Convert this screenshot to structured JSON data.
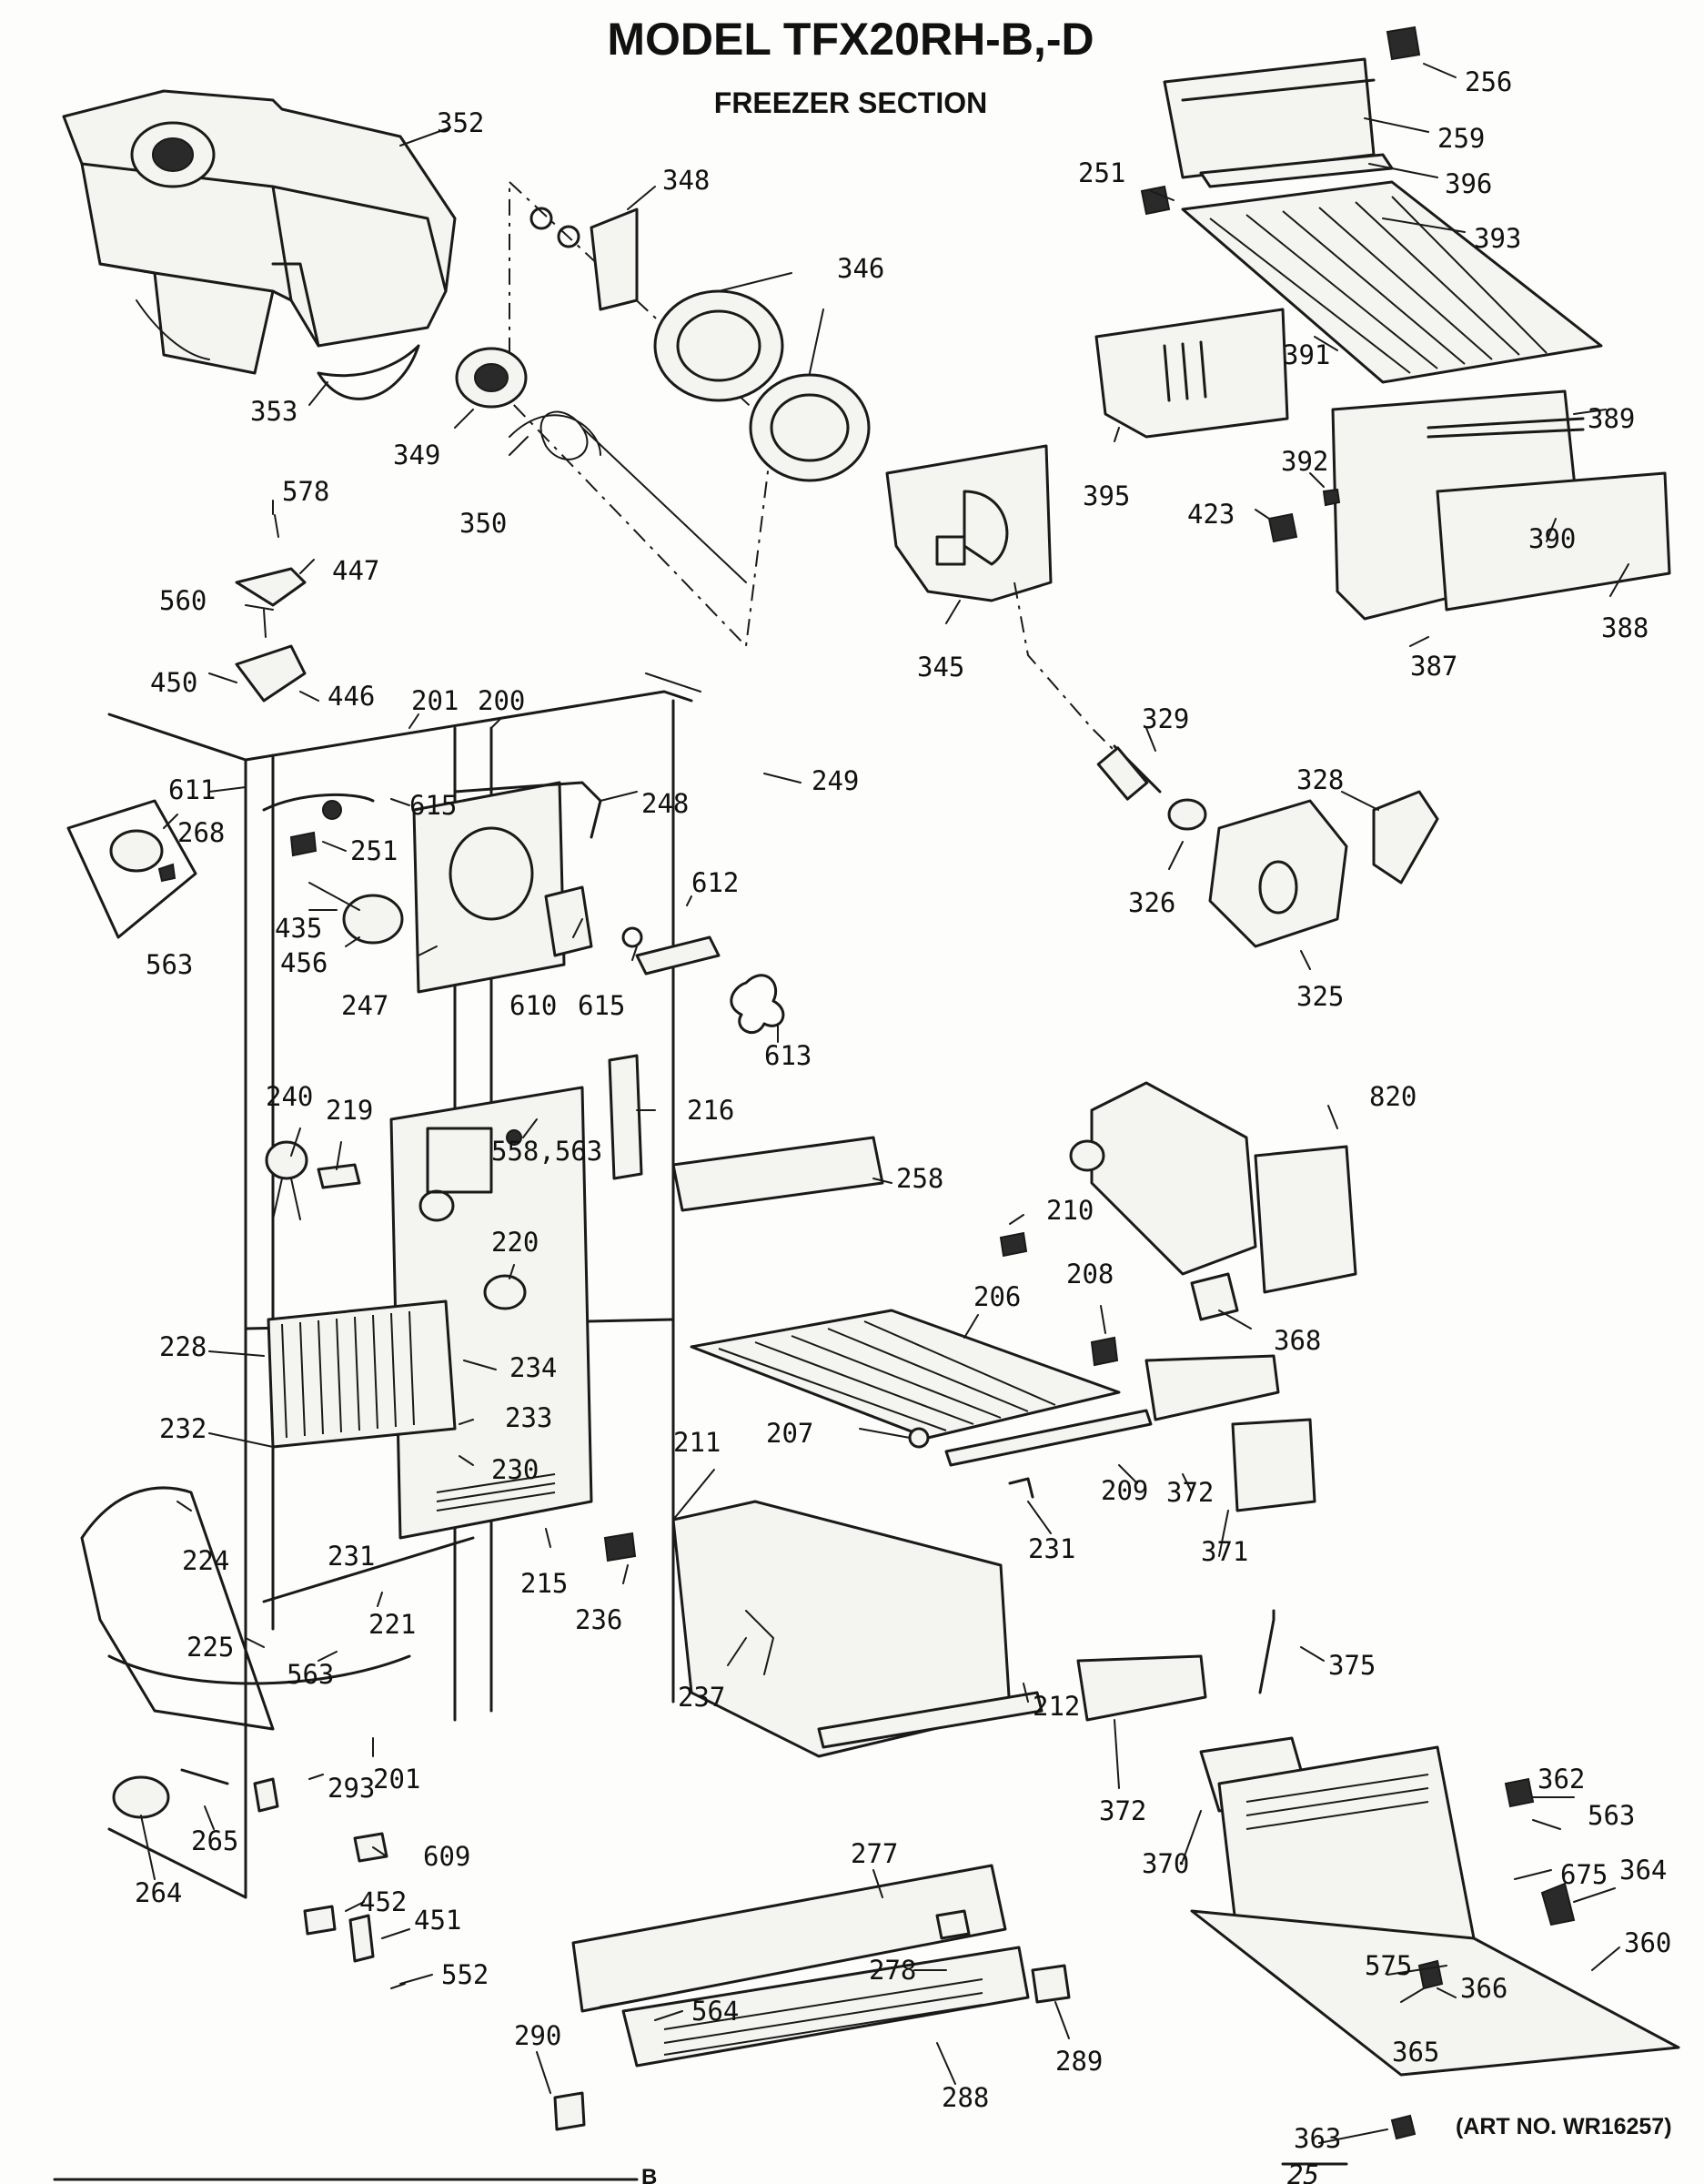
{
  "title": "MODEL TFX20RH-B,-D",
  "subtitle": "FREEZER SECTION",
  "art_number": "(ART NO. WR16257)",
  "footer_partial": "B",
  "footer_page": "25",
  "callouts": {
    "p256": "256",
    "p259": "259",
    "p396": "396",
    "p251a": "251",
    "p393": "393",
    "p352": "352",
    "p348": "348",
    "p346": "346",
    "p353": "353",
    "p349": "349",
    "p350": "350",
    "p391": "391",
    "p389": "389",
    "p395": "395",
    "p392": "392",
    "p423": "423",
    "p390": "390",
    "p388": "388",
    "p387": "387",
    "p345": "345",
    "p578": "578",
    "p447": "447",
    "p560": "560",
    "p450": "450",
    "p446": "446",
    "p201a": "201",
    "p200": "200",
    "p249": "249",
    "p329": "329",
    "p611": "611",
    "p615a": "615",
    "p248": "248",
    "p328": "328",
    "p268": "268",
    "p251b": "251",
    "p612": "612",
    "p326": "326",
    "p563a": "563",
    "p435": "435",
    "p456": "456",
    "p247": "247",
    "p610": "610",
    "p615b": "615",
    "p325": "325",
    "p613": "613",
    "p240": "240",
    "p219": "219",
    "p216": "216",
    "p820": "820",
    "p558": "558,563",
    "p258": "258",
    "p210": "210",
    "p220": "220",
    "p206": "206",
    "p208": "208",
    "p228": "228",
    "p234": "234",
    "p368": "368",
    "p233": "233",
    "p232": "232",
    "p207": "207",
    "p211": "211",
    "p230": "230",
    "p209": "209",
    "p372a": "372",
    "p231a": "231",
    "p224": "224",
    "p231b": "231",
    "p371": "371",
    "p215": "215",
    "p221": "221",
    "p236": "236",
    "p225": "225",
    "p375": "375",
    "p563b": "563",
    "p237": "237",
    "p212": "212",
    "p372b": "372",
    "p201b": "201",
    "p293": "293",
    "p265": "265",
    "p277": "277",
    "p362": "362",
    "p370": "370",
    "p563c": "563",
    "p609": "609",
    "p675": "675",
    "p364": "364",
    "p264": "264",
    "p452": "452",
    "p451": "451",
    "p278": "278",
    "p360": "360",
    "p575": "575",
    "p552": "552",
    "p366": "366",
    "p564": "564",
    "p290": "290",
    "p289": "289",
    "p365": "365",
    "p288": "288",
    "p363": "363"
  }
}
